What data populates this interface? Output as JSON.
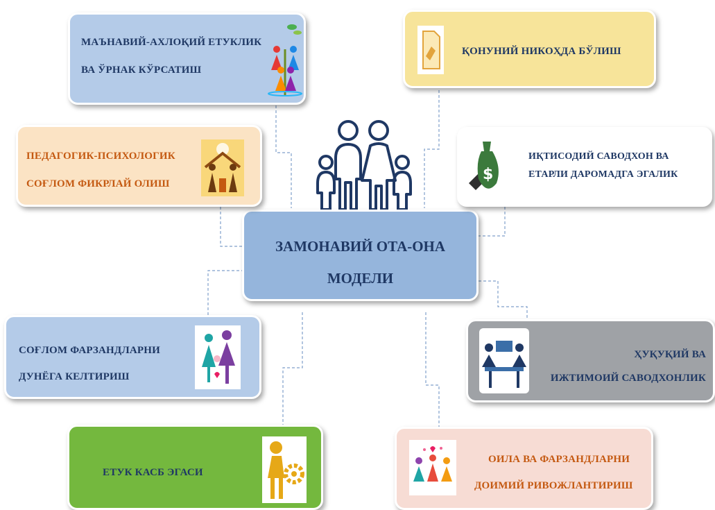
{
  "center": {
    "line1": "ЗАМОНАВИЙ ОТА-ОНА",
    "line2": "МОДЕЛИ"
  },
  "nodes": {
    "moral": {
      "line1": "МАЪНАВИЙ-АХЛОҚИЙ ЕТУКЛИК",
      "line2": "ВА ЎРНАК КЎРСАТИШ",
      "icon": "people-tree-icon"
    },
    "legal_marriage": {
      "line1": "ҚОНУНИЙ НИКОҲДА БЎЛИШ",
      "icon": "document-icon"
    },
    "pedagogical": {
      "line1": "ПЕДАГОГИК-ПСИХОЛОГИК",
      "line2": "СОҒЛОМ ФИКРЛАЙ ОЛИШ",
      "icon": "family-house-icon"
    },
    "economic": {
      "line1": "ИҚТИСОДИЙ САВОДХОН ВА",
      "line2": "ЕТАРЛИ ДАРОМАДГА ЭГАЛИК",
      "icon": "money-bag-icon"
    },
    "healthy_children": {
      "line1": "СОҒЛОМ ФАРЗАНДЛАРНИ",
      "line2": "ДУНЁГА КЕЛТИРИШ",
      "icon": "family-icon"
    },
    "legal_social": {
      "line1": "ҲУҚУҚИЙ ВА",
      "line2": "ИЖТИМОИЙ САВОДХОНЛИК",
      "icon": "meeting-icon"
    },
    "profession": {
      "line1": "ЕТУК КАСБ ЭГАСИ",
      "icon": "worker-gear-icon"
    },
    "development": {
      "line1": "ОИЛА ВА ФАРЗАНДЛАРНИ",
      "line2": "ДОИМИЙ РИВОЖЛАНТИРИШ",
      "icon": "family-hearts-icon"
    }
  },
  "colors": {
    "blue_box": "#b4cbe8",
    "center_box": "#95b5dc",
    "yellow_box": "#f7e49a",
    "peach_box": "#fbe3c4",
    "gray_box": "#9fa2a6",
    "green_box": "#74b83e",
    "pink_box": "#f7dcd4",
    "text_dark": "#1f3864",
    "text_orange": "#c45911",
    "line": "#7f9fca"
  }
}
